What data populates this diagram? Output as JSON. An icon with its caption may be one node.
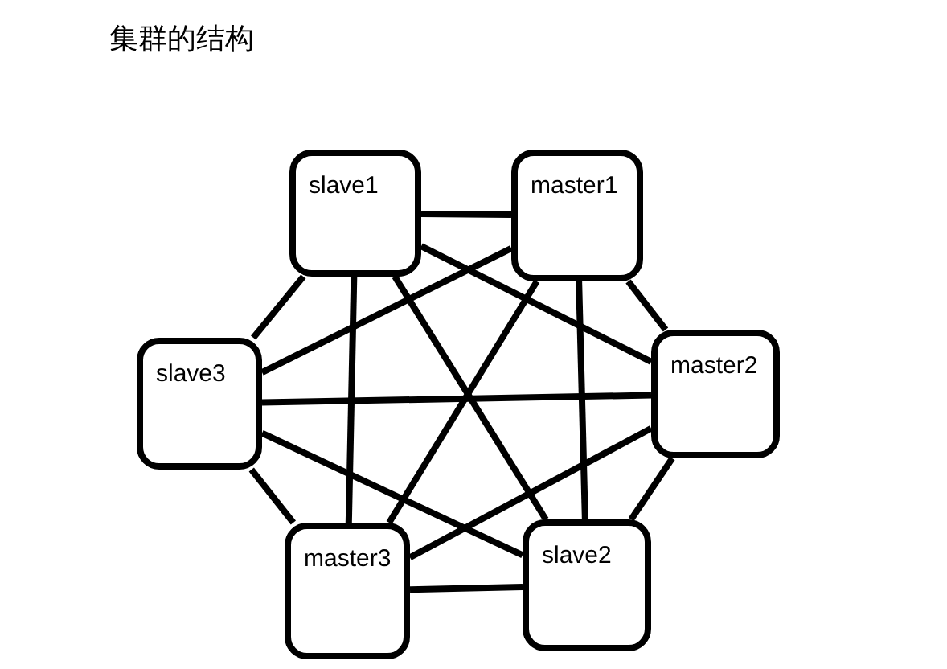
{
  "diagram": {
    "title": "集群的结构",
    "nodes": [
      {
        "text": [
          "slave1"
        ]
      },
      {
        "text": [
          "master1"
        ]
      },
      {
        "text": [
          "master2"
        ]
      },
      {
        "text": [
          "slave3"
        ]
      },
      {
        "text": [
          "master3"
        ]
      },
      {
        "text": [
          "slave2"
        ]
      }
    ],
    "edges": [
      {
        "from": 0,
        "to": 1,
        "arrow": "none"
      },
      {
        "from": 0,
        "to": 3,
        "arrow": "none"
      },
      {
        "from": 0,
        "to": 4,
        "arrow": "none"
      },
      {
        "from": 0,
        "to": 2,
        "arrow": "none"
      },
      {
        "from": 0,
        "to": 5,
        "arrow": "none"
      },
      {
        "from": 1,
        "to": 3,
        "arrow": "none"
      },
      {
        "from": 1,
        "to": 4,
        "arrow": "none"
      },
      {
        "from": 1,
        "to": 5,
        "arrow": "none"
      },
      {
        "from": 1,
        "to": 2,
        "arrow": "none"
      },
      {
        "from": 3,
        "to": 2,
        "arrow": "none"
      },
      {
        "from": 3,
        "to": 4,
        "arrow": "none"
      },
      {
        "from": 3,
        "to": 5,
        "arrow": "none"
      },
      {
        "from": 2,
        "to": 4,
        "arrow": "none"
      },
      {
        "from": 2,
        "to": 5,
        "arrow": "none"
      },
      {
        "from": 4,
        "to": 5,
        "arrow": "none"
      }
    ]
  }
}
